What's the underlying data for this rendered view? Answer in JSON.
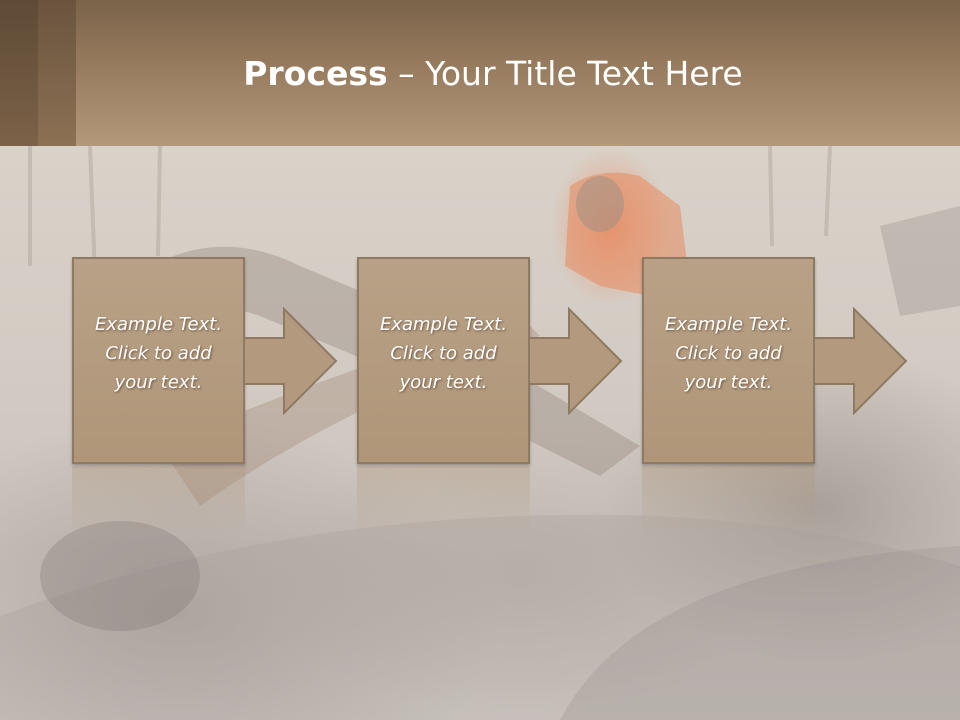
{
  "slide": {
    "title_bold": "Process",
    "title_rest": " – Your Title Text Here",
    "steps": [
      {
        "lines": [
          "Example Text.",
          "Click  to add",
          "your text."
        ]
      },
      {
        "lines": [
          "Example Text.",
          "Click  to add",
          "your text."
        ]
      },
      {
        "lines": [
          "Example Text.",
          "Click  to add",
          "your text."
        ]
      }
    ]
  },
  "colors": {
    "band": "#977b5e",
    "box_fill": "#b39a7e",
    "box_border": "#8e7a63",
    "title_text": "#ffffff"
  }
}
